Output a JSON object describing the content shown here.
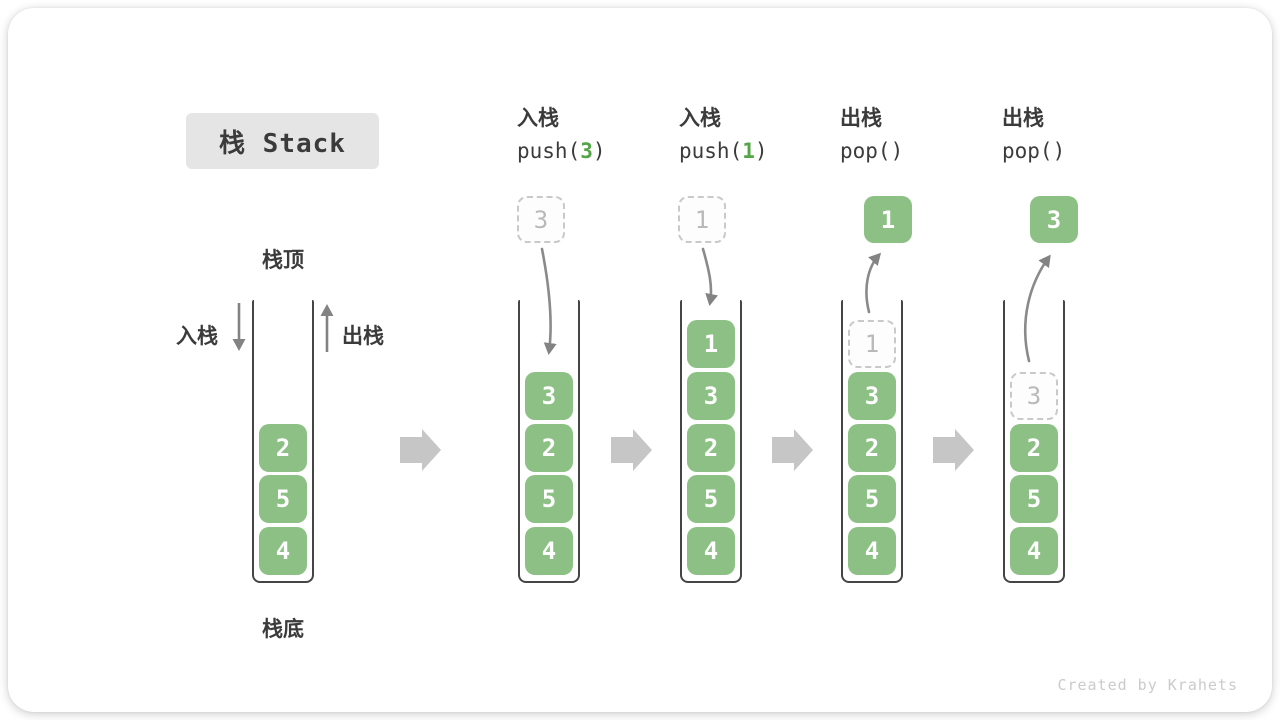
{
  "title": "栈 Stack",
  "watermark": "Created by Krahets",
  "side_labels": {
    "top": "栈顶",
    "bottom": "栈底",
    "push": "入栈",
    "pop": "出栈"
  },
  "operations": [
    {
      "name": "入栈",
      "code_pre": "push(",
      "code_arg": "3",
      "code_post": ")"
    },
    {
      "name": "入栈",
      "code_pre": "push(",
      "code_arg": "1",
      "code_post": ")"
    },
    {
      "name": "出栈",
      "code_pre": "pop()",
      "code_arg": "",
      "code_post": ""
    },
    {
      "name": "出栈",
      "code_pre": "pop()",
      "code_arg": "",
      "code_post": ""
    }
  ],
  "stacks": [
    {
      "blocks": [
        "2",
        "5",
        "4"
      ]
    },
    {
      "incoming": "3",
      "blocks": [
        "3",
        "2",
        "5",
        "4"
      ]
    },
    {
      "incoming": "1",
      "blocks": [
        "1",
        "3",
        "2",
        "5",
        "4"
      ]
    },
    {
      "popped": "1",
      "ghost": "1",
      "blocks": [
        "3",
        "2",
        "5",
        "4"
      ]
    },
    {
      "popped": "3",
      "ghost": "3",
      "blocks": [
        "2",
        "5",
        "4"
      ]
    }
  ],
  "colors": {
    "block_green": "#8CC084",
    "code_accent_green": "#53A547",
    "container_border": "#454545",
    "arrow_gray": "#838383",
    "block_arrow_gray": "#C6C6C6",
    "ghost_border": "#C9C9C9",
    "ghost_text": "#B9B9B9",
    "title_bg": "#E5E5E5",
    "text_dark": "#3B3B3B",
    "watermark_gray": "#CBCBCB"
  }
}
